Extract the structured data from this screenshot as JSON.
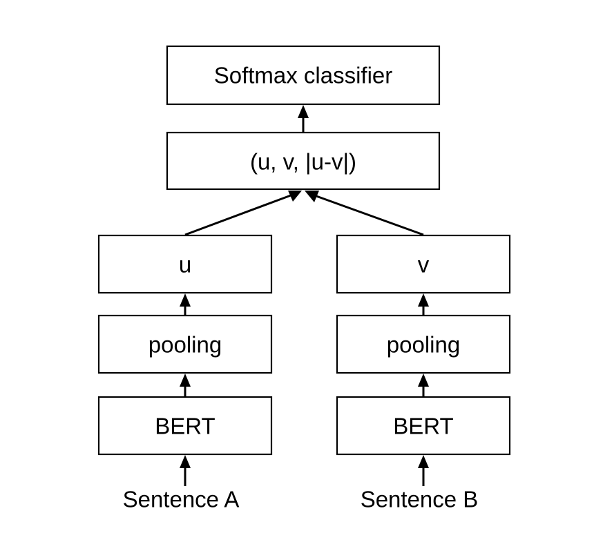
{
  "diagram": {
    "nodes": {
      "softmax": "Softmax classifier",
      "concat": "(u, v, |u-v|)",
      "u": "u",
      "v": "v",
      "pooling_a": "pooling",
      "pooling_b": "pooling",
      "bert_a": "BERT",
      "bert_b": "BERT"
    },
    "inputs": {
      "sentence_a": "Sentence A",
      "sentence_b": "Sentence B"
    },
    "edges": [
      {
        "from": "sentence_a",
        "to": "bert_a"
      },
      {
        "from": "bert_a",
        "to": "pooling_a"
      },
      {
        "from": "pooling_a",
        "to": "u"
      },
      {
        "from": "u",
        "to": "concat"
      },
      {
        "from": "sentence_b",
        "to": "bert_b"
      },
      {
        "from": "bert_b",
        "to": "pooling_b"
      },
      {
        "from": "pooling_b",
        "to": "v"
      },
      {
        "from": "v",
        "to": "concat"
      },
      {
        "from": "concat",
        "to": "softmax"
      }
    ]
  }
}
